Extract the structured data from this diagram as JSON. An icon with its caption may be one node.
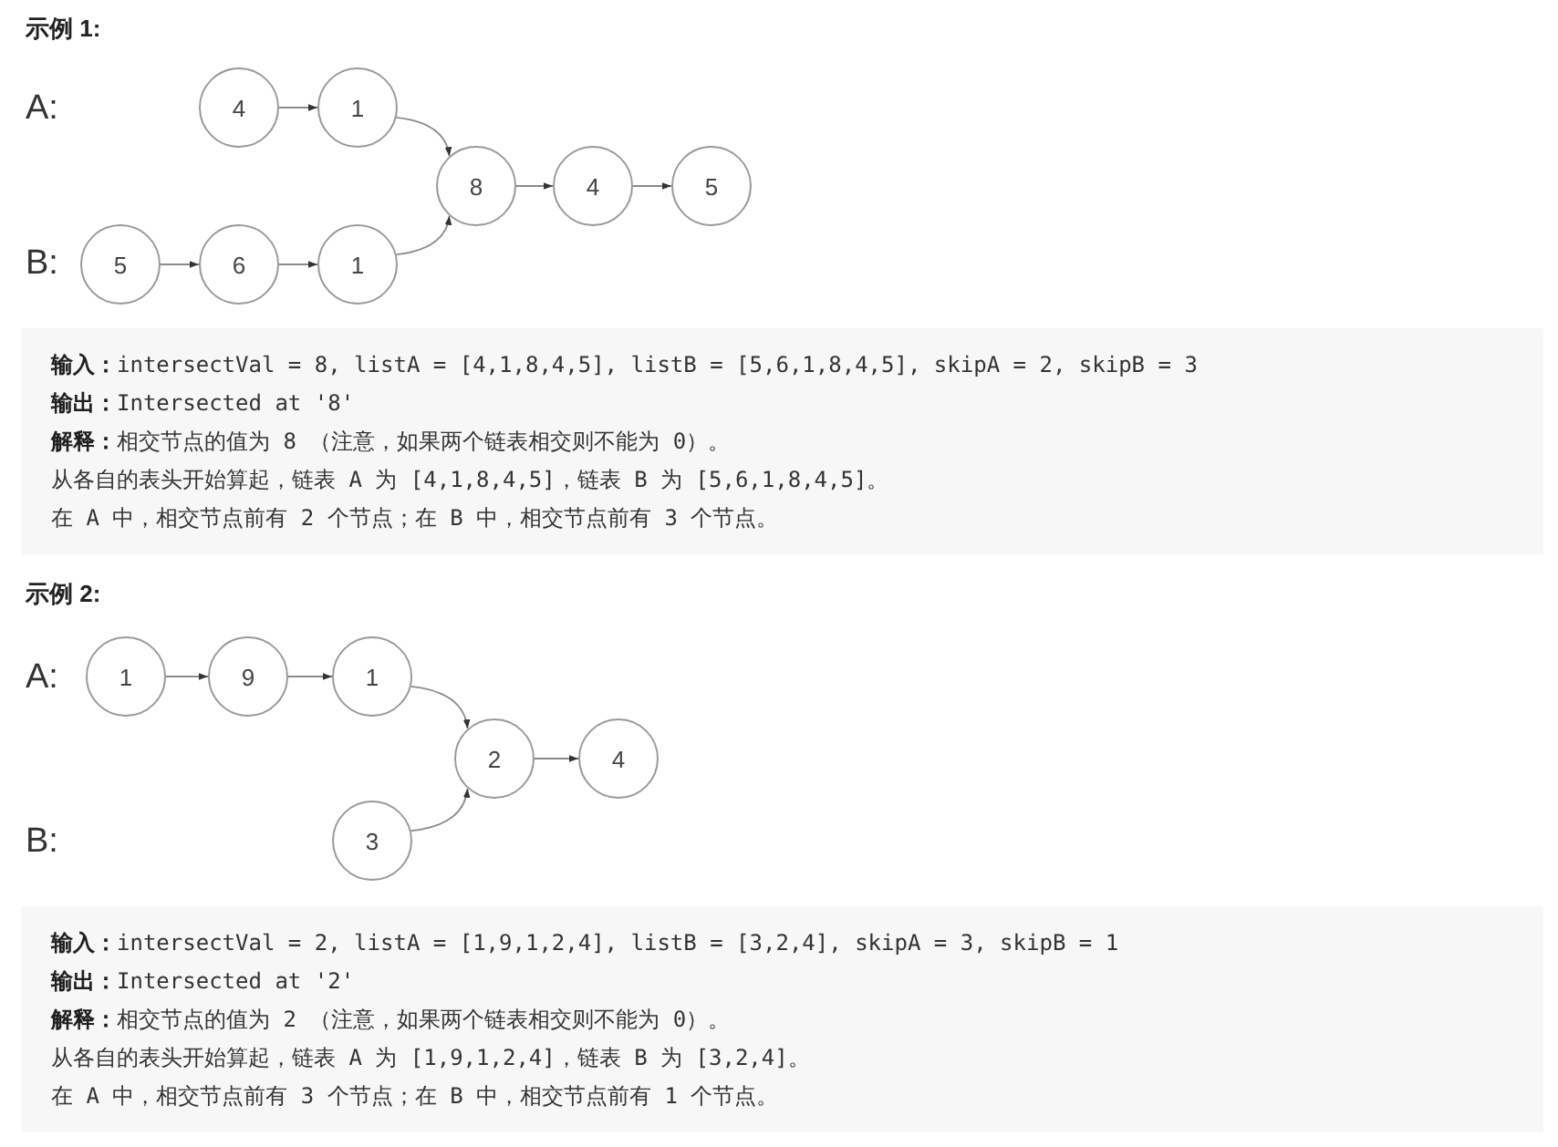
{
  "diagram": {
    "nodes": [
      {
        "text": [
          "4"
        ]
      },
      {
        "text": [
          "1"
        ]
      },
      {
        "text": [
          "8"
        ]
      },
      {
        "text": [
          "4"
        ]
      },
      {
        "text": [
          "5"
        ]
      },
      {
        "text": [
          "5"
        ]
      },
      {
        "text": [
          "6"
        ]
      },
      {
        "text": [
          "1"
        ]
      },
      {
        "text": [
          "1"
        ]
      },
      {
        "text": [
          "9"
        ]
      },
      {
        "text": [
          "1"
        ]
      },
      {
        "text": [
          "2"
        ]
      },
      {
        "text": [
          "4"
        ]
      },
      {
        "text": [
          "3"
        ]
      }
    ],
    "edges": [
      {
        "from": 0,
        "to": 1,
        "arrow": "to"
      },
      {
        "from": 1,
        "to": 2,
        "arrow": "to"
      },
      {
        "from": 2,
        "to": 3,
        "arrow": "to"
      },
      {
        "from": 3,
        "to": 4,
        "arrow": "to"
      },
      {
        "from": 5,
        "to": 6,
        "arrow": "to"
      },
      {
        "from": 6,
        "to": 7,
        "arrow": "to"
      },
      {
        "from": 7,
        "to": 2,
        "arrow": "to"
      },
      {
        "from": 8,
        "to": 9,
        "arrow": "to"
      },
      {
        "from": 9,
        "to": 10,
        "arrow": "to"
      },
      {
        "from": 10,
        "to": 11,
        "arrow": "to"
      },
      {
        "from": 11,
        "to": 12,
        "arrow": "to"
      },
      {
        "from": 13,
        "to": 11,
        "arrow": "to"
      }
    ],
    "labels": [
      "示例 1:",
      "A:",
      "B:",
      "**输入：**intersectVal = 8, listA = [4,1,8,4,5], listB = [5,6,1,8,4,5], skipA = 2, skipB = 3",
      "**输出：**Intersected at '8'",
      "**解释：**相交节点的值为 8 （注意，如果两个链表相交则不能为 0）。",
      "从各自的表头开始算起，链表 A 为 [4,1,8,4,5]，链表 B 为 [5,6,1,8,4,5]。",
      "在 A 中，相交节点前有 2 个节点；在 B 中，相交节点前有 3 个节点。",
      "示例 2:",
      "A:",
      "B:",
      "**输入：**intersectVal = 2, listA = [1,9,1,2,4], listB = [3,2,4], skipA = 3, skipB = 1",
      "**输出：**Intersected at '2'",
      "**解释：**相交节点的值为 2 （注意，如果两个链表相交则不能为 0）。",
      "从各自的表头开始算起，链表 A 为 [1,9,1,2,4]，链表 B 为 [3,2,4]。",
      "在 A 中，相交节点前有 3 个节点；在 B 中，相交节点前有 1 个节点。"
    ]
  }
}
